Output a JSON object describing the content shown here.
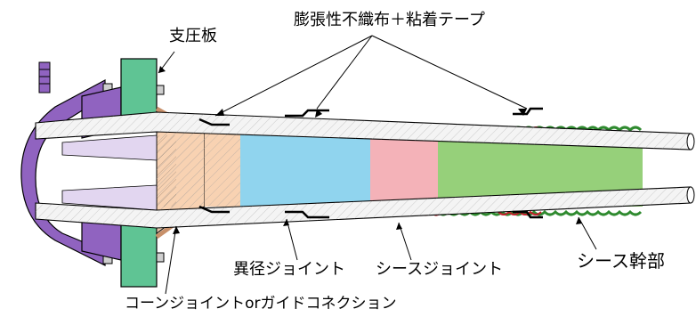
{
  "labels": {
    "bearing_plate": "支圧板",
    "tape": "膨張性不織布＋粘着テープ",
    "reducer_joint": "異径ジョイント",
    "sheath_joint": "シースジョイント",
    "sheath_trunk": "シース幹部",
    "cone_joint": "コーンジョイントorガイドコネクション"
  },
  "colors": {
    "outline": "#000000",
    "bearing_plate": "#5fc494",
    "anchor_purple": "#9063c0",
    "cone_orange": "#f8d2b2",
    "reducer_blue": "#90d4ee",
    "reducer_wave": "#2a9fd8",
    "sheath_joint_pink": "#f4b2b8",
    "sheath_joint_wave": "#c0202a",
    "trunk_green": "#96d07a",
    "trunk_wave": "#2f8a2f",
    "strand_gray": "#e8e8e8"
  }
}
